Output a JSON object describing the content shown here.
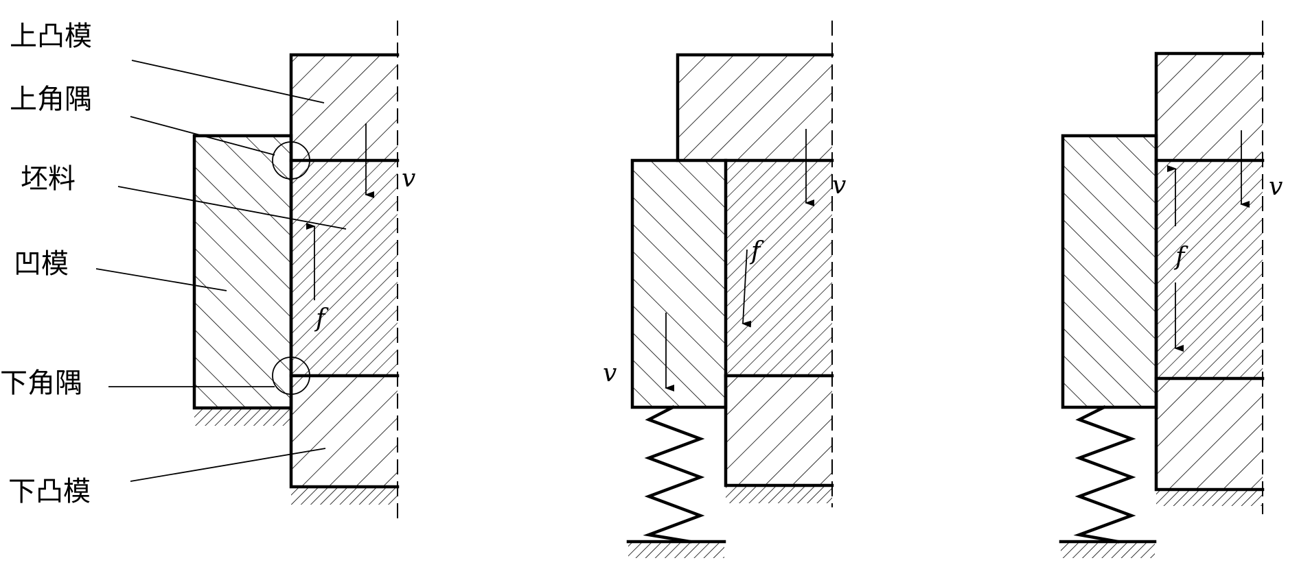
{
  "labels": {
    "upper_punch": "上凸模",
    "upper_corner": "上角隅",
    "blank": "坯料",
    "die": "凹模",
    "lower_corner": "下角隅",
    "lower_punch": "下凸模"
  },
  "symbols": {
    "velocity": "v",
    "friction": "f"
  }
}
